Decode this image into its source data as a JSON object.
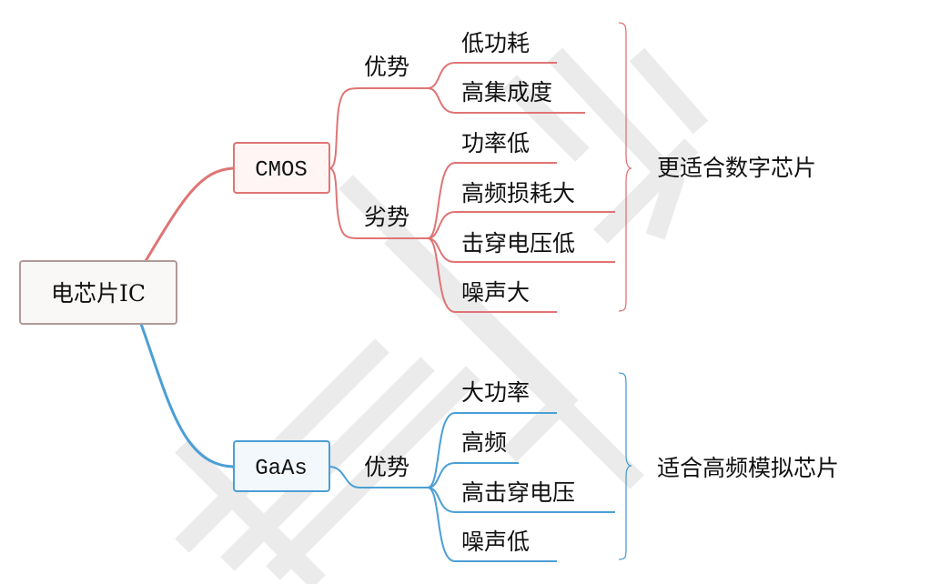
{
  "colors": {
    "cmos": "#e07474",
    "gaas": "#4b9fd5",
    "root_border": "#b09a98",
    "text": "#111111"
  },
  "root": {
    "label": "电芯片IC"
  },
  "branches": [
    {
      "label": "CMOS",
      "groups": [
        {
          "label": "优势",
          "items": [
            "低功耗",
            "高集成度"
          ]
        },
        {
          "label": "劣势",
          "items": [
            "功率低",
            "高频损耗大",
            "击穿电压低",
            "噪声大"
          ]
        }
      ],
      "summary": "更适合数字芯片"
    },
    {
      "label": "GaAs",
      "groups": [
        {
          "label": "优势",
          "items": [
            "大功率",
            "高频",
            "高击穿电压",
            "噪声低"
          ]
        }
      ],
      "summary": "适合高频模拟芯片"
    }
  ]
}
